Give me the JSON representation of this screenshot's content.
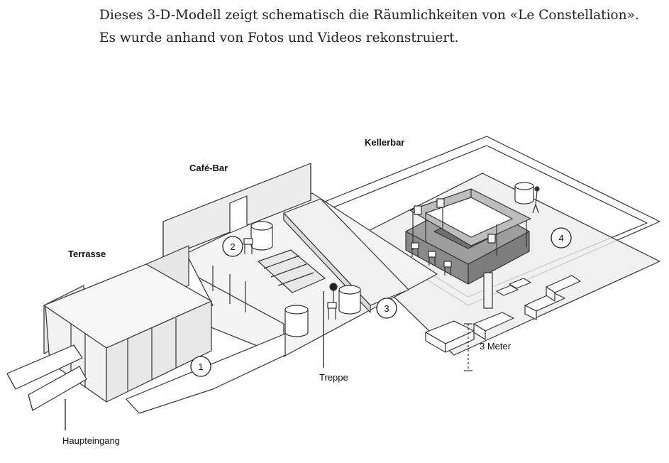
{
  "intro_text": "Dieses 3-D-Modell zeigt schematisch die Räumlichkeiten von «Le Constellation». Es wurde anhand von Fotos und Videos rekonstruiert.",
  "labels": {
    "kellerbar": "Kellerbar",
    "cafe_bar": "Café-Bar",
    "terrasse": "Terrasse",
    "treppe": "Treppe",
    "haupteingang": "Haupteingang",
    "scale": "3 Meter"
  },
  "markers": [
    "1",
    "2",
    "3",
    "4"
  ],
  "colors": {
    "line": "#333333",
    "floor": "#f2f2f2",
    "wall": "#e4e4e4",
    "bar_dark": "#9a9a9a",
    "text": "#222222"
  }
}
